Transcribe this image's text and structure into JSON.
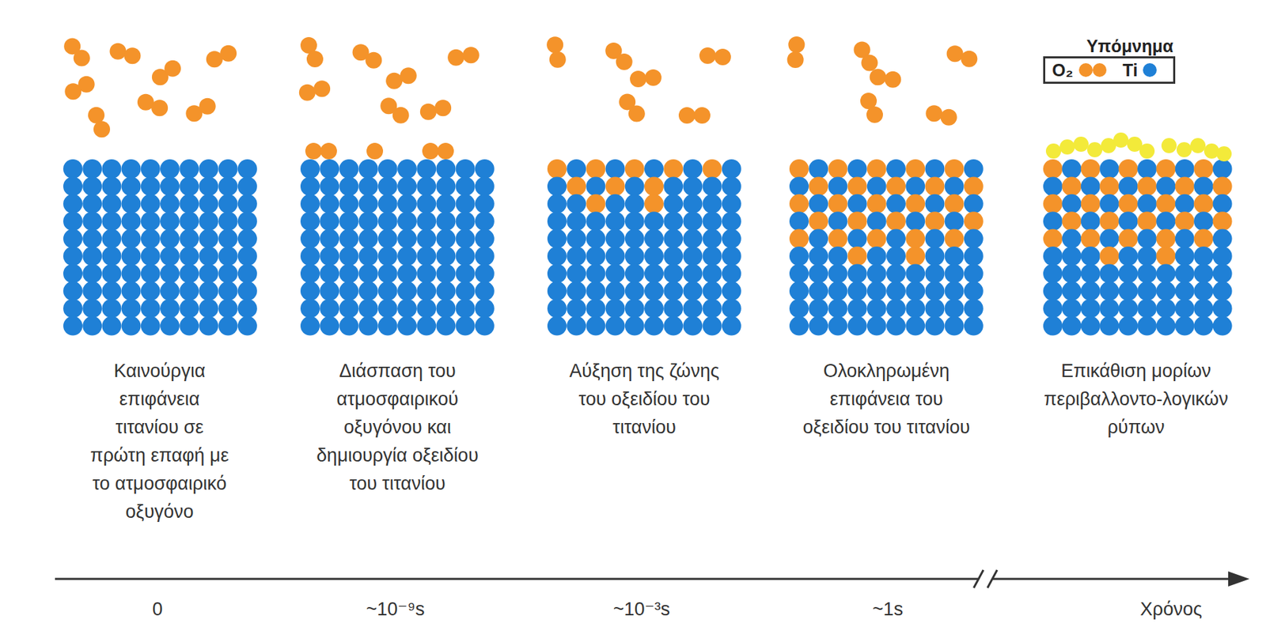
{
  "diagram": {
    "labels": [
      "Υπόμνημα",
      "Καινούργια επιφάνεια τιτανίου σε πρώτη επαφή με το ατμοσφαιρικό οξυγόνο",
      "Διάσπαση του ατμοσφαιρικού οξυγόνου και δημιουργία οξειδίου του τιτανίου",
      "Αύξηση της ζώνης του οξειδίου του τιτανίου",
      "Ολοκληρωμένη επιφάνεια του οξειδίου του τιτανίου",
      "Επικάθιση μορίων περιβαλλοντο-λογικών ρύπων",
      "0",
      "~10⁻⁹s",
      "~10⁻³s",
      "~1s",
      "Χρόνος"
    ],
    "legend": [
      {
        "text": "O₂",
        "color": "#f4932a"
      },
      {
        "text": "Ti",
        "color": "#1f80d6"
      }
    ]
  }
}
